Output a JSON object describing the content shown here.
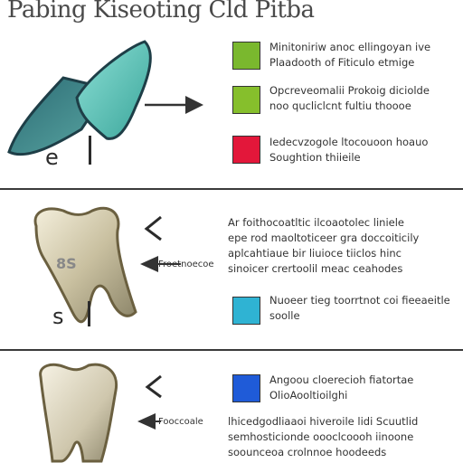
{
  "title": "Pabing Kiseoting Cld Pitba",
  "colors": {
    "green1": "#7ab82e",
    "green2": "#86bf2c",
    "red": "#e3173a",
    "cyan": "#2fb3d3",
    "blue": "#1f5bd8",
    "teal_icon": "#5bb8a8",
    "divider": "#3a3a3a"
  },
  "panels": [
    {
      "label": "e",
      "legend": [
        {
          "color": "#7ab82e",
          "text": "Minitoniriw anoc ellingoyan ive\nPlaadooth of Fiticulo etmige"
        },
        {
          "color": "#86bf2c",
          "text": "Opcreveomalii Prokoig diciolde\nnoo qucliclcnt fultiu thoooe"
        },
        {
          "color": "#e3173a",
          "text": "Iedecvzogole ltocouoon hoauo\nSoughtion thiieile"
        }
      ]
    },
    {
      "label": "s",
      "legend": [
        {
          "color": null,
          "text": "Ar foithocoatltic ilcoaotolec liniele\nepe rod maoltoticeer gra doccoiticily\naplcahtiaue bir liuioce tiiclos hinc\nsinoicer crertoolil meac ceahodes"
        },
        {
          "color": "#2fb3d3",
          "text": "Nuoeer tieg toorrtnot coi fieeaeitle\nsoolle"
        }
      ]
    },
    {
      "label": "",
      "legend": [
        {
          "color": "#1f5bd8",
          "text": "Angoou cloerecioh fiatortae\nOlioAooltioilghi"
        },
        {
          "color": null,
          "text": "lhicedgodliaaoi hiveroile lidi Scuutlid\nsemhosticionde oooclcoooh iinoone\nsoounceoa crolnnoe hoodeeds"
        }
      ]
    }
  ],
  "arrow_labels": [
    "Froetnoecoe",
    "Fooccoale"
  ]
}
